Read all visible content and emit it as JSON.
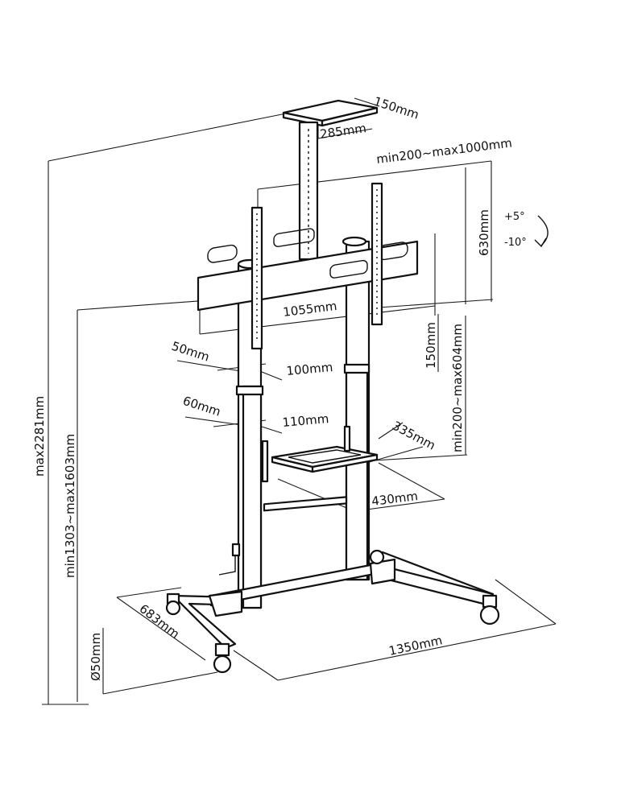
{
  "colors": {
    "line": "#111111",
    "background": "#ffffff"
  },
  "dimensions": {
    "top_depth": "150mm",
    "top_width": "285mm",
    "bracket_width": "min200~max1000mm",
    "bracket_height": "630mm",
    "tilt_up": "+5°",
    "tilt_down": "-10°",
    "bracket_span": "1055mm",
    "vesa_vertical": "150mm",
    "bracket_height_range": "min200~max604mm",
    "upper_clamp_depth": "50mm",
    "upper_clamp_width": "100mm",
    "lower_clamp_depth": "60mm",
    "lower_clamp_width": "110mm",
    "shelf_depth": "335mm",
    "shelf_width": "430mm",
    "total_height": "max2281mm",
    "center_height": "min1303~max1603mm",
    "base_depth": "683mm",
    "base_width": "1350mm",
    "caster_diameter": "Ø50mm"
  }
}
